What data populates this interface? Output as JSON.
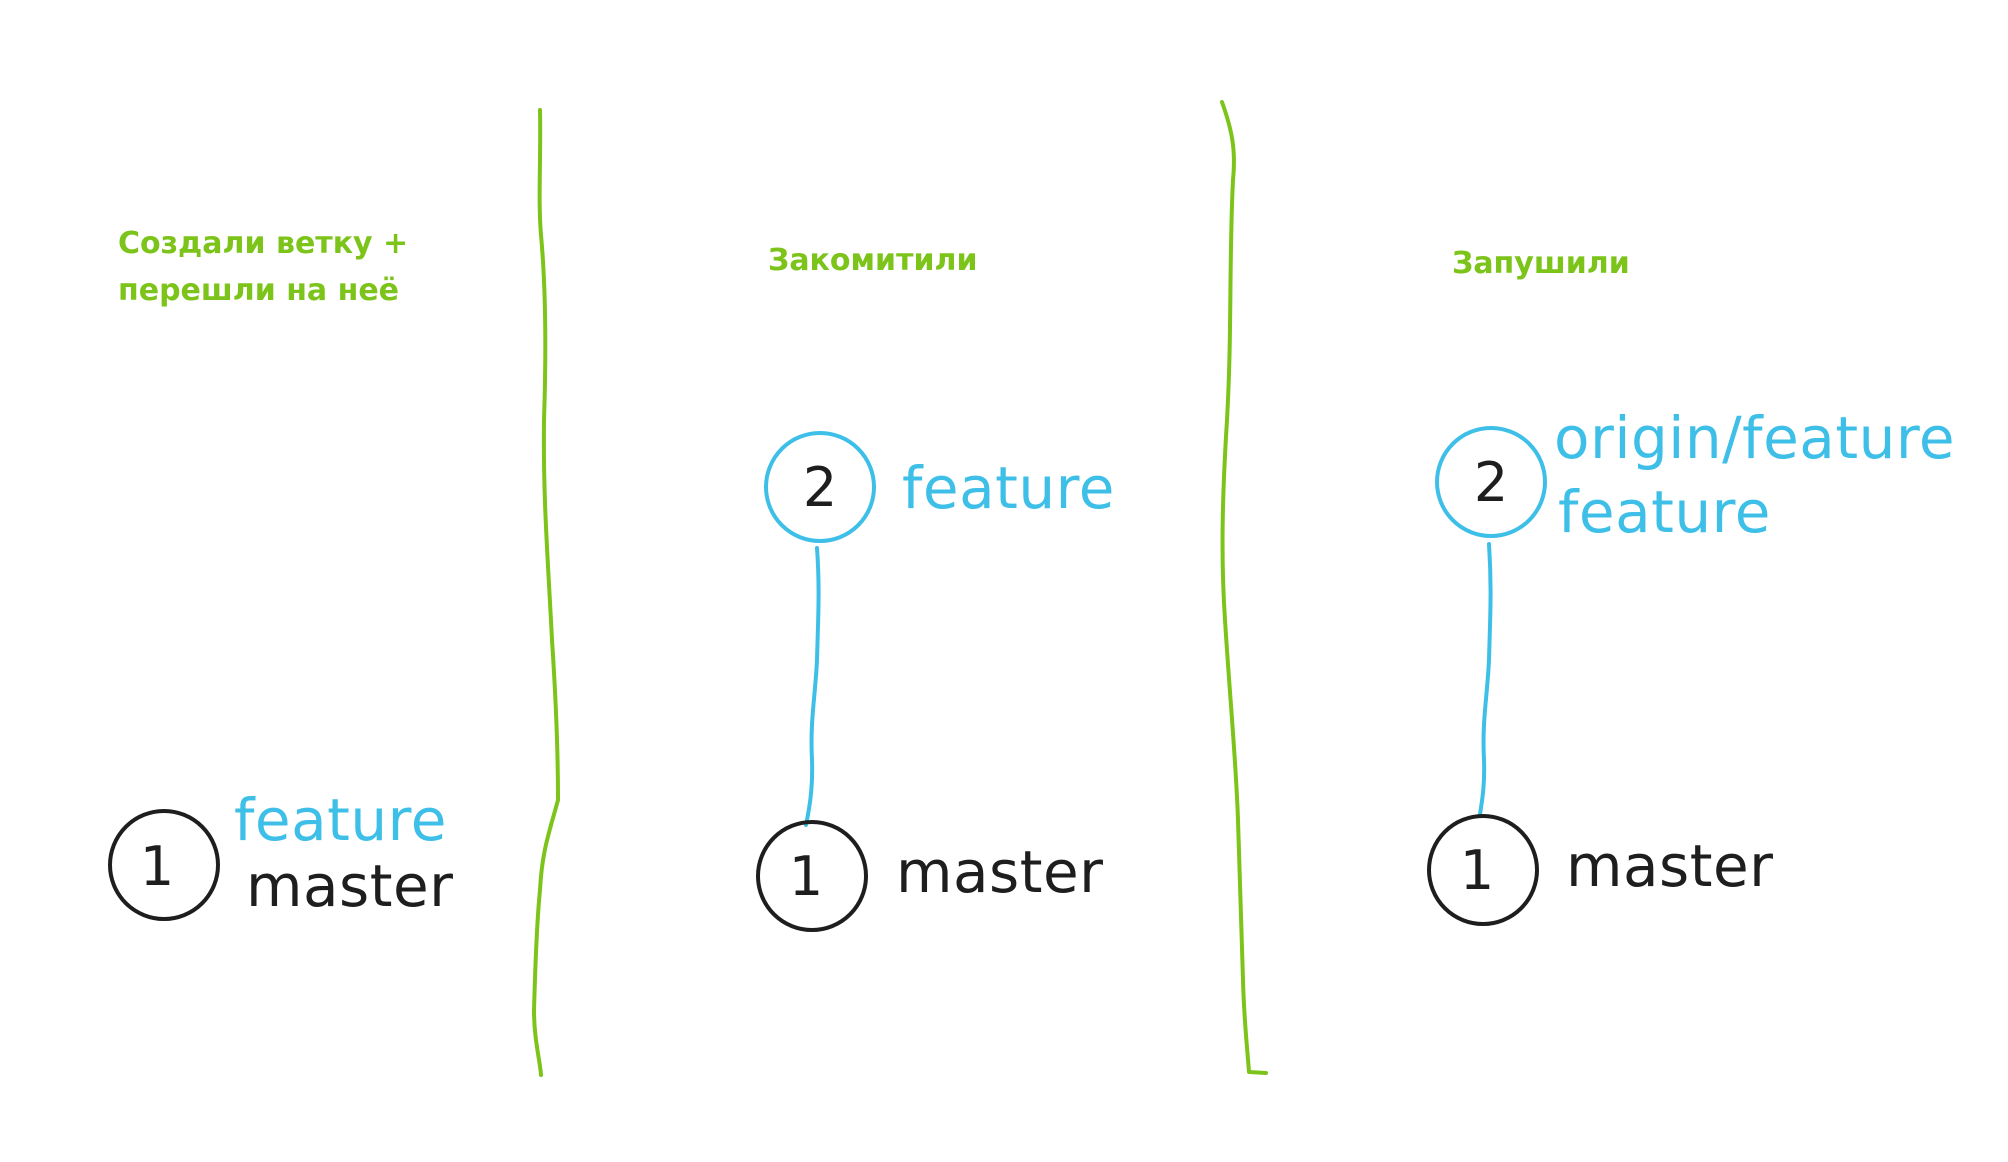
{
  "colors": {
    "green": "#7cc31a",
    "blue": "#3ebfe8",
    "black": "#1e1e1e"
  },
  "panels": [
    {
      "title_lines": [
        "Создали ветку +",
        "перешли на неё"
      ],
      "commits": [
        {
          "number": "1",
          "refs": [
            {
              "text": "feature",
              "color": "blue"
            },
            {
              "text": "master",
              "color": "black"
            }
          ]
        }
      ]
    },
    {
      "title_lines": [
        "Закомитили"
      ],
      "commits": [
        {
          "number": "2",
          "color": "blue",
          "refs": [
            {
              "text": "feature",
              "color": "blue"
            }
          ]
        },
        {
          "number": "1",
          "color": "black",
          "refs": [
            {
              "text": "master",
              "color": "black"
            }
          ]
        }
      ]
    },
    {
      "title_lines": [
        "Запушили"
      ],
      "commits": [
        {
          "number": "2",
          "color": "blue",
          "refs": [
            {
              "text": "origin/feature",
              "color": "blue"
            },
            {
              "text": "feature",
              "color": "blue"
            }
          ]
        },
        {
          "number": "1",
          "color": "black",
          "refs": [
            {
              "text": "master",
              "color": "black"
            }
          ]
        }
      ]
    }
  ]
}
